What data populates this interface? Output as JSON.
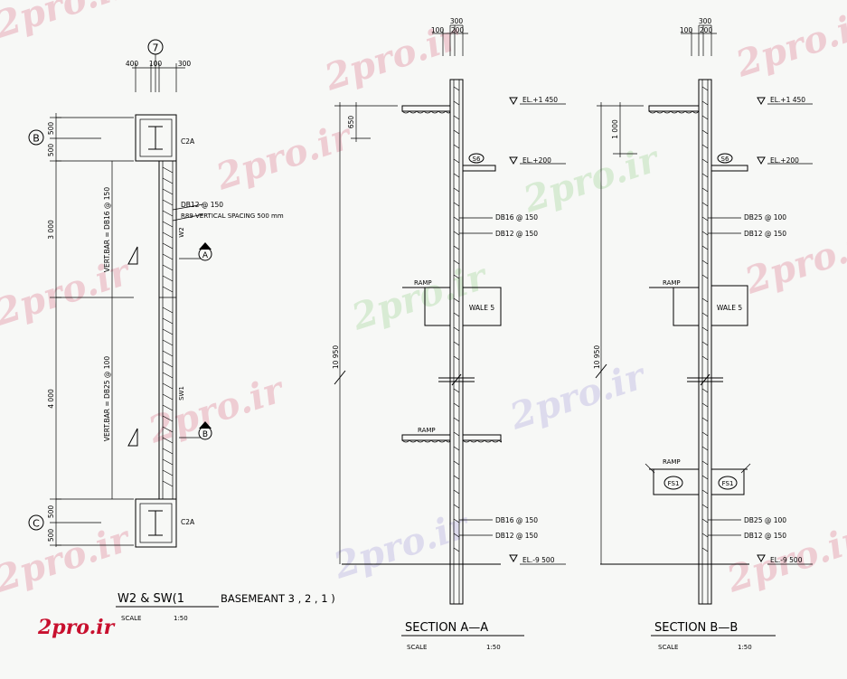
{
  "watermark": {
    "text": "2pro.ir",
    "color": "#e7a9b7"
  },
  "logo": {
    "text": "2pro.ir",
    "color": "#c8102e"
  },
  "plan": {
    "grid_top": "7",
    "grid_b": "B",
    "grid_c": "C",
    "dims_top": [
      "400",
      "100",
      "300"
    ],
    "dims_left": [
      "500",
      "500",
      "3 000",
      "4 000",
      "500",
      "500"
    ],
    "col_label_top": "C2A",
    "col_label_bottom": "C2A",
    "bar_label_1": "DB12 @ 150",
    "bar_label_2": "R89 VERTICAL SPACING 500 mm",
    "wall_w2": "W2",
    "wall_sw1": "SW1",
    "vert_bar_upper": "VERT.BAR = DB16 @ 150",
    "vert_bar_lower": "VERT.BAR = DB25 @ 100",
    "section_a": "A",
    "section_b": "B",
    "title": "W2  &  SW(1",
    "title_2": "BASEMEANT  3 , 2 , 1 )",
    "scale_label": "SCALE",
    "scale_value": "1:50"
  },
  "section_aa": {
    "top_dims": [
      "300",
      "100",
      "200"
    ],
    "dim_650": "650",
    "dim_total": "10 950",
    "el_top": "EL.+1 450",
    "el_mid": "EL.+200",
    "el_bottom": "EL.-9 500",
    "tag_s6": "S6",
    "bar_1": "DB16 @ 150",
    "bar_2": "DB12 @ 150",
    "bar_3": "DB16 @ 150",
    "bar_4": "DB12 @ 150",
    "ramp_1": "RAMP",
    "ramp_2": "RAMP",
    "wale": "WALE 5",
    "title": "SECTION    A—A",
    "scale_label": "SCALE",
    "scale_value": "1:50"
  },
  "section_bb": {
    "top_dims": [
      "300",
      "100",
      "200"
    ],
    "dim_1000": "1 000",
    "dim_total": "10 950",
    "el_top": "EL.+1 450",
    "el_mid": "EL.+200",
    "el_bottom": "EL.-9 500",
    "tag_s6": "S6",
    "bar_1": "DB25 @ 100",
    "bar_2": "DB12 @ 150",
    "bar_3": "DB25 @ 100",
    "bar_4": "DB12 @ 150",
    "ramp_1": "RAMP",
    "ramp_2": "RAMP",
    "wale": "WALE 5",
    "fs_left": "FS1",
    "fs_right": "FS1",
    "title": "SECTION    B—B",
    "scale_label": "SCALE",
    "scale_value": "1:50"
  }
}
